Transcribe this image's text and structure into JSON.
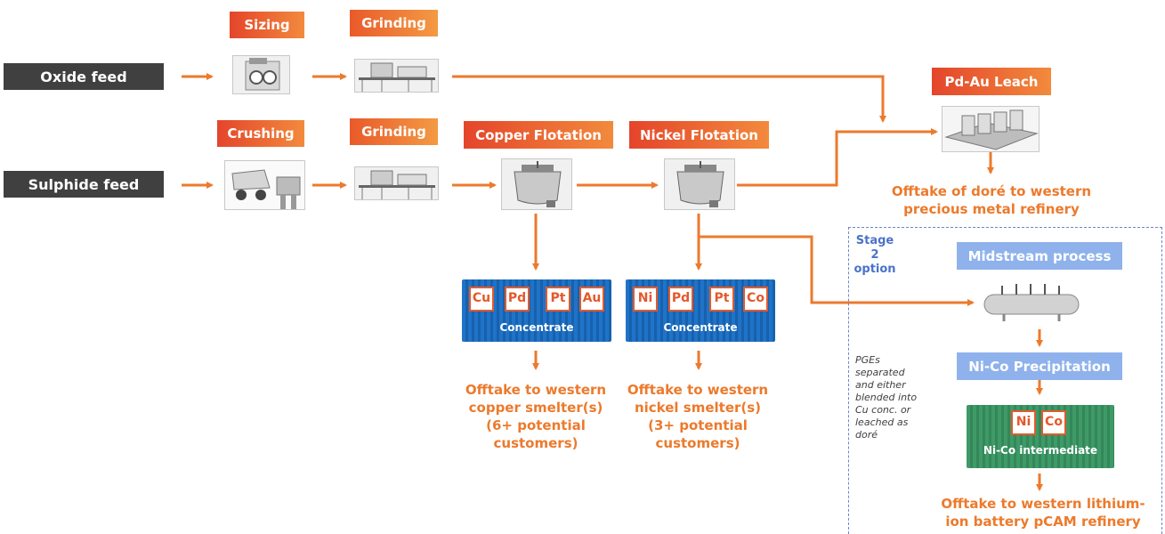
{
  "feeds": {
    "oxide": "Oxide feed",
    "sulphide": "Sulphide feed"
  },
  "steps": {
    "sizing": "Sizing",
    "grinding_oxide": "Grinding",
    "crushing": "Crushing",
    "grinding_sulphide": "Grinding",
    "copper_flotation": "Copper Flotation",
    "nickel_flotation": "Nickel Flotation",
    "pd_au_leach": "Pd-Au Leach",
    "midstream": "Midstream process",
    "nico_precip": "Ni-Co Precipitation"
  },
  "concentrates": {
    "copper": {
      "label": "Concentrate",
      "elements": [
        "Cu",
        "Pd",
        "Pt",
        "Au"
      ]
    },
    "nickel": {
      "label": "Concentrate",
      "elements": [
        "Ni",
        "Pd",
        "Pt",
        "Co"
      ]
    },
    "intermediate": {
      "label": "Ni-Co intermediate",
      "elements": [
        "Ni",
        "Co"
      ]
    }
  },
  "offtakes": {
    "dore": [
      "Offtake of doré to western",
      "precious metal refinery"
    ],
    "copper": [
      "Offtake to western",
      "copper smelter(s)",
      "(6+ potential",
      "customers)"
    ],
    "nickel": [
      "Offtake to western",
      "nickel smelter(s)",
      "(3+ potential",
      "customers)"
    ],
    "lithium": [
      "Offtake to western lithium-",
      "ion battery pCAM refinery"
    ]
  },
  "stage2": {
    "label_line1": "Stage 2",
    "label_line2": "option"
  },
  "note": [
    "PGEs",
    "separated",
    "and either",
    "blended into",
    "Cu conc. or",
    "leached as",
    "doré"
  ],
  "colors": {
    "arrow": "#ec7a2c",
    "feed": "#404040",
    "blue_step": "#8fb2ec",
    "stage_border": "#6d86c6"
  }
}
